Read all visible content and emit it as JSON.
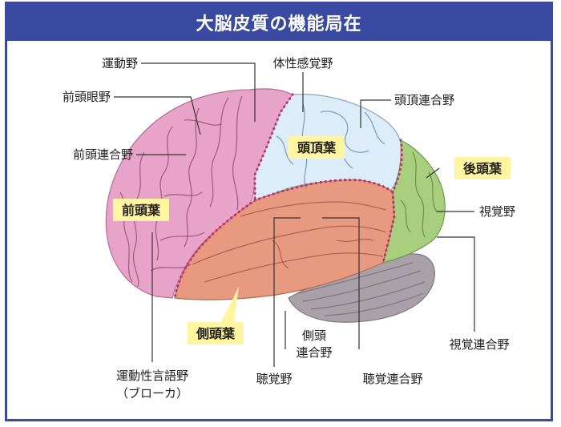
{
  "title": "大脳皮質の機能局在",
  "lobes": {
    "frontal": "前頭葉",
    "parietal": "頭頂葉",
    "occipital": "後頭葉",
    "temporal": "側頭葉"
  },
  "areas": {
    "motor": "運動野",
    "frontal_eye": "前頭眼野",
    "prefrontal": "前頭連合野",
    "somatosensory": "体性感覚野",
    "parietal_assoc": "頭頂連合野",
    "visual": "視覚野",
    "visual_assoc": "視覚連合野",
    "temporal_assoc_1": "側頭",
    "temporal_assoc_2": "連合野",
    "auditory": "聴覚野",
    "auditory_assoc": "聴覚連合野",
    "broca_1": "運動性言語野",
    "broca_2": "（ブローカ）"
  },
  "colors": {
    "frontal": "#e8a4c8",
    "parietal": "#dcecf8",
    "occipital": "#a8cf7e",
    "temporal": "#e89a80",
    "cerebellum": "#a9a0a8",
    "label_highlight": "#fff4a0",
    "frame": "#3a4aa0"
  }
}
